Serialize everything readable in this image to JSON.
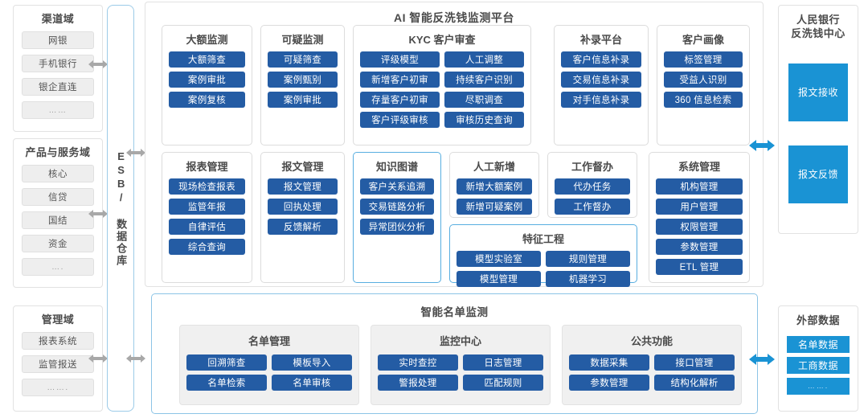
{
  "diagram": {
    "title": "AI 智能反洗钱监测平台",
    "bottom_title": "智能名单监测",
    "esb_label": "ESB/ 数据仓库",
    "colors": {
      "button_blue": "#245ca4",
      "accent_cyan": "#1a93d4",
      "highlight_border": "#58aee0",
      "chip_grey": "#eeeeee"
    }
  },
  "left_domains": [
    {
      "title": "渠道域",
      "items": [
        "网银",
        "手机银行",
        "银企直连",
        "……"
      ]
    },
    {
      "title": "产品与服务域",
      "items": [
        "核心",
        "信贷",
        "国结",
        "资金",
        "…."
      ]
    },
    {
      "title": "管理域",
      "items": [
        "报表系统",
        "监管报送",
        "……."
      ]
    }
  ],
  "platform_modules": {
    "row1": [
      {
        "title": "大额监测",
        "buttons": [
          "大额筛查",
          "案例审批",
          "案例复核"
        ],
        "cols": 1,
        "highlight": false
      },
      {
        "title": "可疑监测",
        "buttons": [
          "可疑筛查",
          "案例甄别",
          "案例审批"
        ],
        "cols": 1,
        "highlight": false
      },
      {
        "title": "KYC 客户审查",
        "buttons": [
          "评级模型",
          "人工调整",
          "新增客户初审",
          "持续客户识别",
          "存量客户初审",
          "尽职调查",
          "客户评级审核",
          "审核历史查询"
        ],
        "cols": 2,
        "highlight": false
      },
      {
        "title": "补录平台",
        "buttons": [
          "客户信息补录",
          "交易信息补录",
          "对手信息补录"
        ],
        "cols": 1,
        "highlight": false
      },
      {
        "title": "客户画像",
        "buttons": [
          "标签管理",
          "受益人识别",
          "360 信息检索"
        ],
        "cols": 1,
        "highlight": false
      }
    ],
    "row2": [
      {
        "title": "报表管理",
        "buttons": [
          "现场检查报表",
          "监管年报",
          "自律评估",
          "综合查询"
        ],
        "cols": 1,
        "highlight": false
      },
      {
        "title": "报文管理",
        "buttons": [
          "报文管理",
          "回执处理",
          "反馈解析"
        ],
        "cols": 1,
        "highlight": false
      },
      {
        "title": "知识图谱",
        "buttons": [
          "客户关系追溯",
          "交易链路分析",
          "异常团伙分析"
        ],
        "cols": 1,
        "highlight": true
      },
      {
        "title": "人工新增",
        "buttons": [
          "新增大额案例",
          "新增可疑案例"
        ],
        "cols": 1,
        "highlight": false
      },
      {
        "title": "工作督办",
        "buttons": [
          "代办任务",
          "工作督办"
        ],
        "cols": 1,
        "highlight": false
      },
      {
        "title": "系统管理",
        "buttons": [
          "机构管理",
          "用户管理",
          "权限管理",
          "参数管理",
          "ETL 管理"
        ],
        "cols": 1,
        "highlight": false
      },
      {
        "title": "特征工程",
        "buttons": [
          "模型实验室",
          "规则管理",
          "模型管理",
          "机器学习"
        ],
        "cols": 2,
        "highlight": true
      }
    ]
  },
  "list_monitor_cards": [
    {
      "title": "名单管理",
      "buttons": [
        "回溯筛查",
        "模板导入",
        "名单检索",
        "名单审核"
      ]
    },
    {
      "title": "监控中心",
      "buttons": [
        "实时查控",
        "日志管理",
        "警报处理",
        "匹配规则"
      ]
    },
    {
      "title": "公共功能",
      "buttons": [
        "数据采集",
        "接口管理",
        "参数管理",
        "结构化解析"
      ]
    }
  ],
  "right_panels": [
    {
      "title": "人民银行\n反洗钱中心",
      "title_lines": [
        "人民银行",
        "反洗钱中心"
      ],
      "items": [
        "报文接收",
        "报文反馈"
      ]
    },
    {
      "title": "外部数据",
      "title_lines": [
        "外部数据"
      ],
      "items": [
        "名单数据",
        "工商数据",
        "……."
      ]
    }
  ]
}
